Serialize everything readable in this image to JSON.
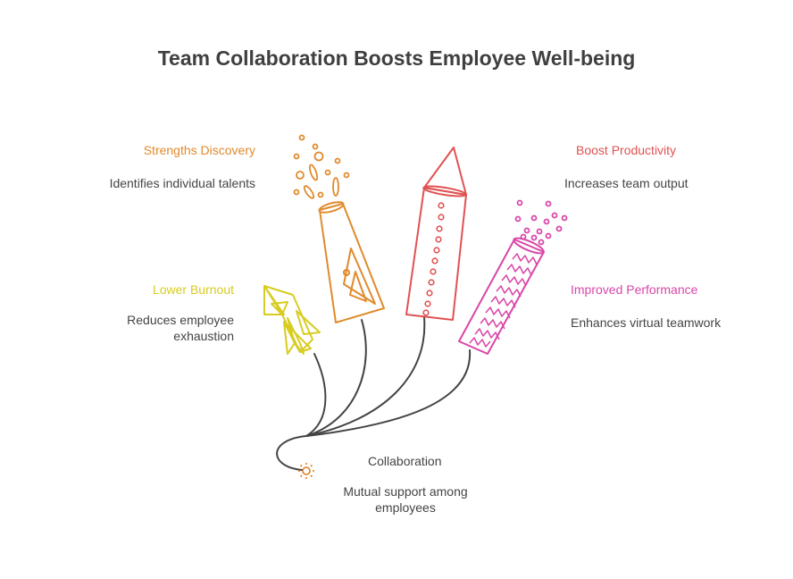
{
  "title": "Team Collaboration Boosts Employee Well-being",
  "colors": {
    "strengths": "#e08a2c",
    "productivity": "#e05252",
    "burnout": "#d8cc1e",
    "performance": "#d946a8",
    "fuse": "#444444",
    "spark": "#e0801e",
    "text": "#444444"
  },
  "items": {
    "strengths": {
      "label": "Strengths Discovery",
      "desc": "Identifies individual talents"
    },
    "productivity": {
      "label": "Boost Productivity",
      "desc": "Increases team output"
    },
    "burnout": {
      "label": "Lower Burnout",
      "desc": "Reduces employee exhaustion"
    },
    "performance": {
      "label": "Improved Performance",
      "desc": "Enhances virtual teamwork"
    },
    "collaboration": {
      "label": "Collaboration",
      "desc": "Mutual support among employees"
    }
  },
  "icons": [
    "rocket-icon",
    "firework-cone-icon",
    "firework-rocket-icon",
    "firework-tube-icon",
    "fuse-spark-icon"
  ]
}
